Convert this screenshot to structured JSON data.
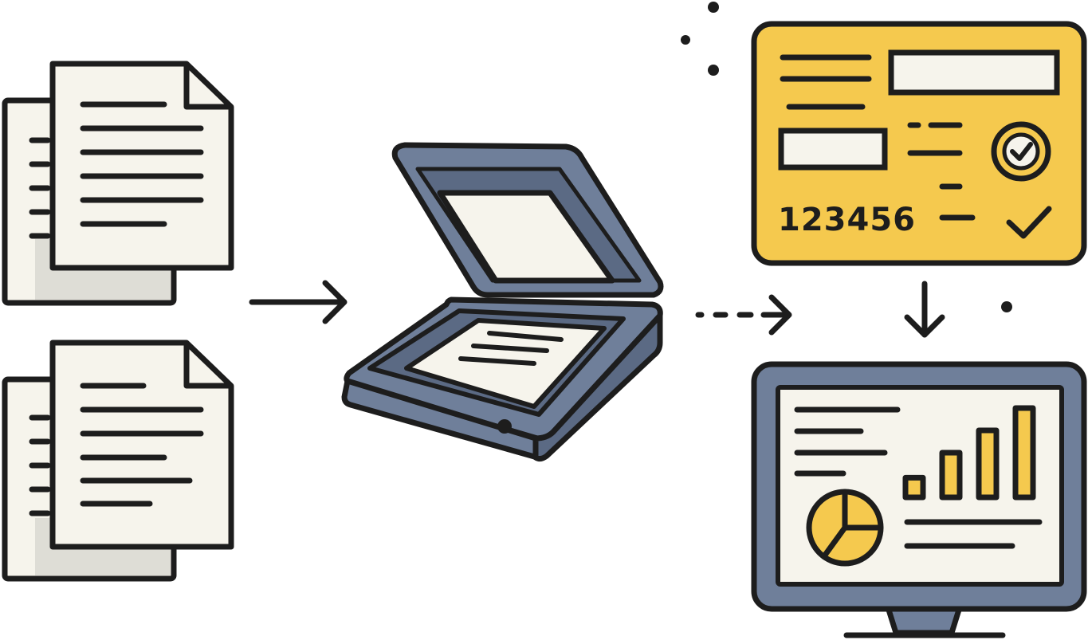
{
  "colors": {
    "outline": "#1d1d1d",
    "paper": "#f6f4ec",
    "paper_shadow": "#deddd6",
    "scanner_body": "#6f7f9a",
    "scanner_dark": "#5b6a84",
    "form_yellow": "#f5c94e",
    "monitor_frame": "#6f7f9a",
    "chart_yellow": "#f5c94e",
    "background": "#ffffff"
  },
  "icons": {
    "document_stack_top": "document-stack-icon",
    "document_stack_bottom": "document-stack-icon",
    "scanner": "flatbed-scanner-icon",
    "form": "form-card-icon",
    "monitor": "monitor-dashboard-icon",
    "checkmark": "checkmark-icon",
    "check_circle": "check-circle-icon",
    "pie_chart": "pie-chart-icon",
    "bar_chart": "bar-chart-icon"
  },
  "form": {
    "number": "123456"
  },
  "dashboard": {
    "bar_levels": [
      0.22,
      0.5,
      0.75,
      1.0
    ],
    "pie_slices": [
      0.25,
      0.35,
      0.4
    ]
  }
}
